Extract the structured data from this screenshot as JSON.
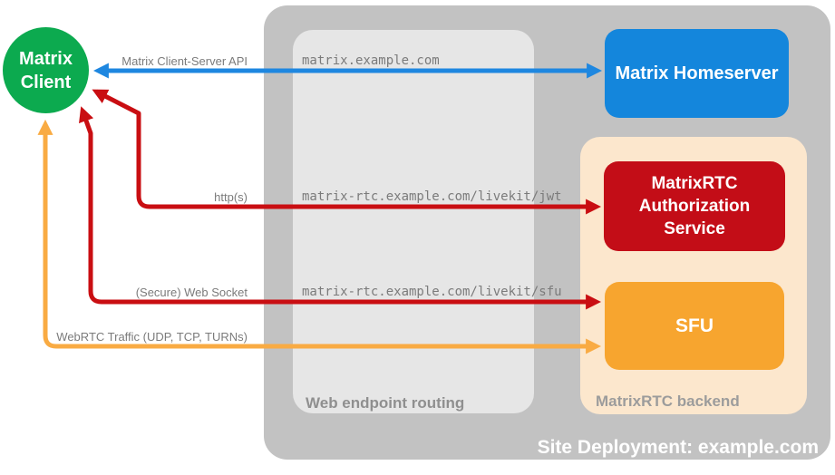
{
  "title": "Site Deployment: example.com",
  "colors": {
    "client_green": "#0caa4f",
    "homeserver_blue": "#1486dc",
    "auth_red": "#c30d17",
    "sfu_orange": "#f7a52f",
    "backend_peach": "#fce7cd",
    "outer_gray": "#c2c2c2",
    "routing_gray": "#e6e6e6",
    "arrow_blue": "#1e87e0",
    "arrow_red": "#c90e12",
    "arrow_orange": "#f9ab43",
    "label_gray": "#7b7b7b"
  },
  "nodes": {
    "client": {
      "label": "Matrix\nClient"
    },
    "homeserver": {
      "label": "Matrix Homeserver"
    },
    "auth_service": {
      "label": "MatrixRTC\nAuthorization\nService"
    },
    "sfu": {
      "label": "SFU"
    }
  },
  "containers": {
    "web_endpoint_routing": {
      "label": "Web endpoint routing"
    },
    "matrixrtc_backend": {
      "label": "MatrixRTC backend"
    },
    "site_deployment": {
      "label": "Site Deployment: example.com"
    }
  },
  "edges": {
    "client_server_api": {
      "label": "Matrix Client-Server API",
      "route": "matrix.example.com",
      "from": "Matrix Client",
      "to": "Matrix Homeserver",
      "bidirectional": true
    },
    "https": {
      "label": "http(s)",
      "route": "matrix-rtc.example.com/livekit/jwt",
      "from": "Matrix Client",
      "to": "MatrixRTC Authorization Service",
      "bidirectional": true
    },
    "websocket": {
      "label": "(Secure) Web Socket",
      "route": "matrix-rtc.example.com/livekit/sfu",
      "from": "Matrix Client",
      "to": "SFU",
      "bidirectional": true
    },
    "webrtc": {
      "label": "WebRTC Traffic (UDP, TCP, TURNs)",
      "route": "",
      "from": "Matrix Client",
      "to": "SFU",
      "bidirectional": true
    }
  }
}
